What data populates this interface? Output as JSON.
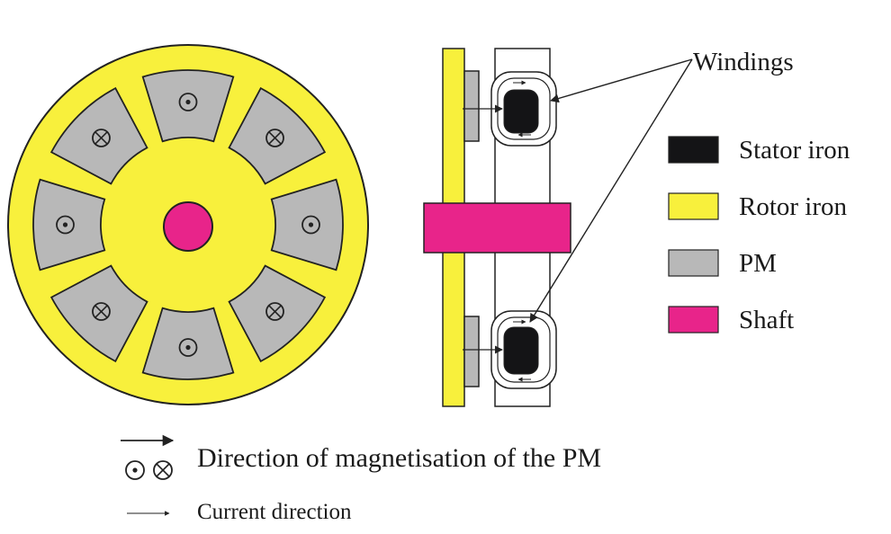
{
  "labels": {
    "windings": "Windings"
  },
  "legend": {
    "items": [
      {
        "key": "stator",
        "label": "Stator iron",
        "color": "#141416"
      },
      {
        "key": "rotor",
        "label": "Rotor iron",
        "color": "#f8f03c"
      },
      {
        "key": "pm",
        "label": "PM",
        "color": "#b8b8b8"
      },
      {
        "key": "shaft",
        "label": "Shaft",
        "color": "#e8248a"
      }
    ]
  },
  "notes": {
    "magnetisation": "Direction of magnetisation of the PM",
    "current": "Current direction"
  },
  "colors": {
    "rotor": "#f8f03c",
    "pm": "#b8b8b8",
    "stator": "#141416",
    "shaft": "#e8248a",
    "outline": "#222222"
  },
  "magnets": {
    "count": 8,
    "polarity": [
      "dot",
      "cross",
      "dot",
      "cross",
      "dot",
      "cross",
      "dot",
      "cross"
    ]
  }
}
